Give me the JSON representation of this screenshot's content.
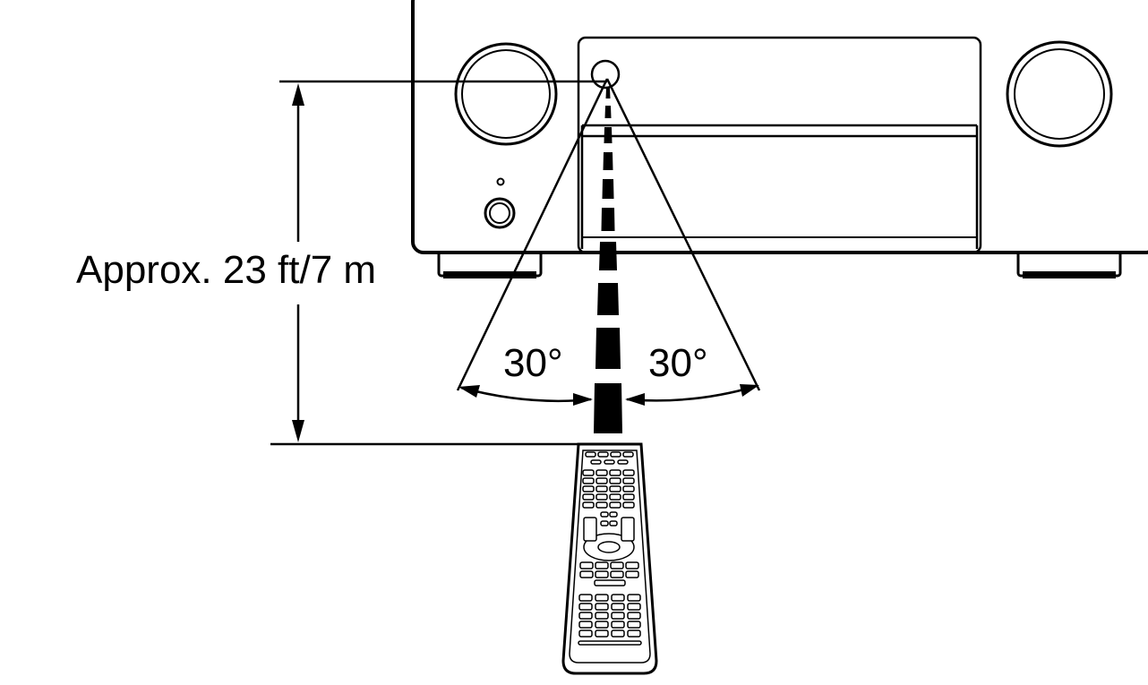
{
  "labels": {
    "distance": "Approx. 23 ft/7 m",
    "angle_left": "30°",
    "angle_right": "30°"
  },
  "colors": {
    "line": "#000000",
    "fill": "#ffffff"
  },
  "icons": {
    "receiver": "av-receiver-icon",
    "remote": "remote-control-icon",
    "ir_beam": "ir-beam-icon"
  }
}
